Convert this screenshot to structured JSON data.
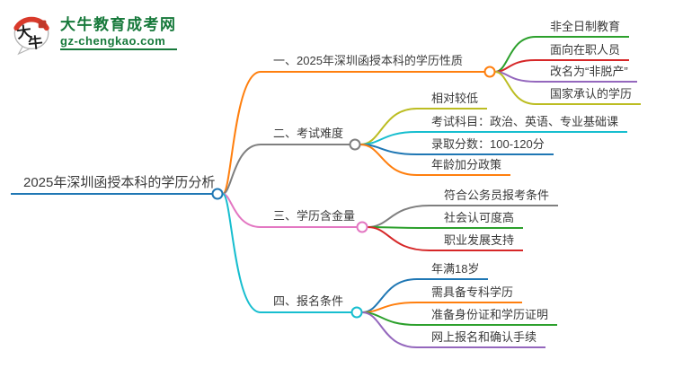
{
  "logo": {
    "brand": "大牛教育成考网",
    "domain": "gz-chengkao.com",
    "icon_char_1": "大",
    "icon_char_2": "牛",
    "brand_color": "#17793b"
  },
  "mindmap": {
    "root": {
      "label": "2025年深圳函授本科的学历分析",
      "color": "#1f77b4"
    },
    "branches": [
      {
        "label": "一、2025年深圳函授本科的学历性质",
        "color": "#ff7f0e",
        "children": [
          {
            "label": "非全日制教育",
            "color": "#2ca02c"
          },
          {
            "label": "面向在职人员",
            "color": "#d62728"
          },
          {
            "label": "改名为“非脱产”",
            "color": "#9467bd"
          },
          {
            "label": "国家承认的学历",
            "color": "#bcbd22"
          }
        ]
      },
      {
        "label": "二、考试难度",
        "color": "#7f7f7f",
        "children": [
          {
            "label": "相对较低",
            "color": "#bcbd22"
          },
          {
            "label": "考试科目：政治、英语、专业基础课",
            "color": "#17becf"
          },
          {
            "label": "录取分数：100-120分",
            "color": "#1f77b4"
          },
          {
            "label": "年龄加分政策",
            "color": "#ff7f0e"
          }
        ]
      },
      {
        "label": "三、学历含金量",
        "color": "#e377c2",
        "children": [
          {
            "label": "符合公务员报考条件",
            "color": "#7f7f7f"
          },
          {
            "label": "社会认可度高",
            "color": "#2ca02c"
          },
          {
            "label": "职业发展支持",
            "color": "#d62728"
          }
        ]
      },
      {
        "label": "四、报名条件",
        "color": "#17becf",
        "children": [
          {
            "label": "年满18岁",
            "color": "#1f77b4"
          },
          {
            "label": "需具备专科学历",
            "color": "#ff7f0e"
          },
          {
            "label": "准备身份证和学历证明",
            "color": "#2ca02c"
          },
          {
            "label": "网上报名和确认手续",
            "color": "#9467bd"
          }
        ]
      }
    ]
  }
}
